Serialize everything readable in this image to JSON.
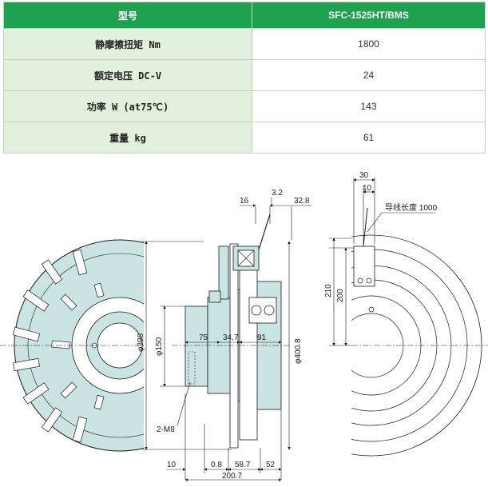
{
  "spec_table": {
    "header": {
      "label": "型号",
      "value": "SFC-1525HT/BMS"
    },
    "rows": [
      {
        "label": "静摩擦扭矩 Nm",
        "value": "1800"
      },
      {
        "label": "额定电压 DC-V",
        "value": "24"
      },
      {
        "label": "功率 W (at75℃)",
        "value": "143"
      },
      {
        "label": "重量 kg",
        "value": "61"
      }
    ]
  },
  "drawing": {
    "dims": {
      "d16": "16",
      "d3_2": "3.2",
      "d32_8": "32.8",
      "d75": "75",
      "d34_7": "34.7",
      "d91": "91",
      "d398": "φ398",
      "d150": "φ150",
      "d400_8": "φ400.8",
      "m8": "2-M8",
      "d10": "10",
      "d0_8": "0.8",
      "d58_7": "58.7",
      "d52": "52",
      "d200_7": "200.7",
      "d30": "30",
      "d10b": "10",
      "lead": "导线长度 1000",
      "d210": "210",
      "d200": "200"
    },
    "colors": {
      "body": "#c9e4e3",
      "body_dark": "#a9cfcf",
      "line": "#1a1a1a",
      "bg": "#ffffff"
    }
  }
}
